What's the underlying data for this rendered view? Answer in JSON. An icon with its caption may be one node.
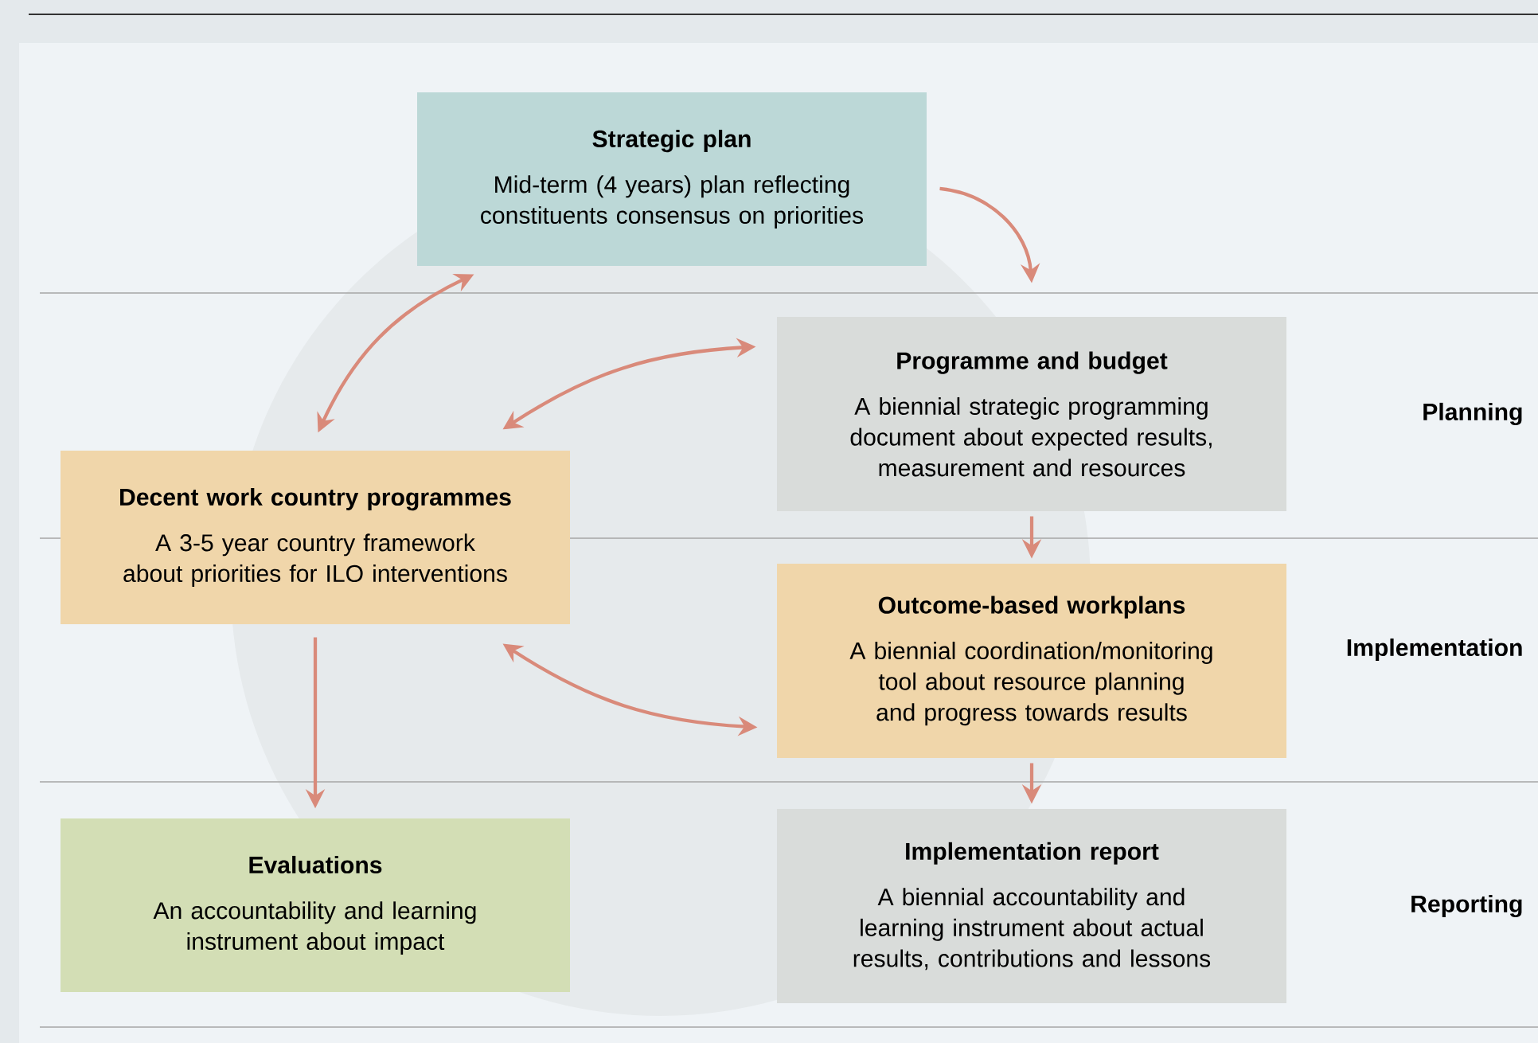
{
  "diagram": {
    "nodes": [
      {
        "text": [
          "Strategic plan",
          "Mid-term (4 years) plan reflecting constituents consensus on priorities"
        ]
      },
      {
        "text": [
          "Programme and budget",
          "A biennial strategic programming document about expected results, measurement and resources"
        ]
      },
      {
        "text": [
          "Decent work country programmes",
          "A 3-5 year country framework about priorities for ILO interventions"
        ]
      },
      {
        "text": [
          "Outcome-based workplans",
          "A biennial coordination/monitoring tool about resource planning and progress towards results"
        ]
      },
      {
        "text": [
          "Evaluations",
          "An accountability and learning instrument about impact"
        ]
      },
      {
        "text": [
          "Implementation report",
          "A biennial accountability and learning instrument about actual results, contributions and lessons"
        ]
      }
    ],
    "edges": [
      {
        "from": 0,
        "to": 1,
        "arrow": "to"
      },
      {
        "from": 2,
        "to": 0,
        "arrow": "both"
      },
      {
        "from": 2,
        "to": 1,
        "arrow": "both"
      },
      {
        "from": 1,
        "to": 3,
        "arrow": "to"
      },
      {
        "from": 2,
        "to": 3,
        "arrow": "both"
      },
      {
        "from": 2,
        "to": 4,
        "arrow": "to"
      },
      {
        "from": 3,
        "to": 5,
        "arrow": "to"
      }
    ],
    "labels": [
      "Planning",
      "Implementation",
      "Reporting"
    ]
  }
}
